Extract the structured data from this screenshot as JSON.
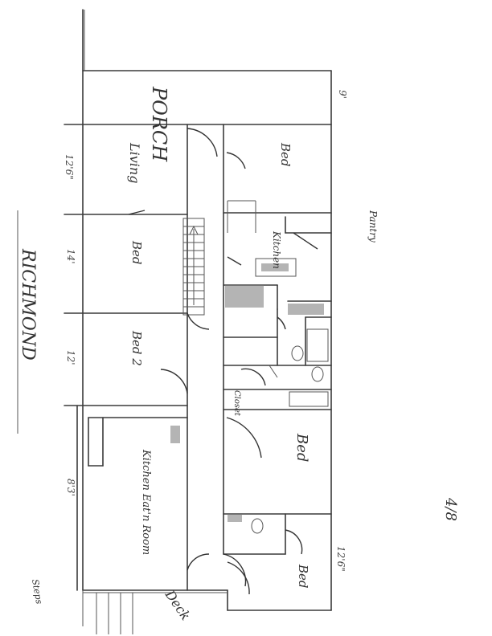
{
  "plan": {
    "title": "RICHMOND",
    "sheet": "4/8",
    "rooms": {
      "porch": "PORCH",
      "living": "Living",
      "bed_top": "Bed",
      "bed_mid": "Bed",
      "bed2": "Bed 2",
      "kitchen_upper": "Kitchen",
      "pantry": "Pantry",
      "closet": "Closet",
      "kitchen_family": "Kitchen Eat'n Room",
      "bed_large": "Bed",
      "bed_bottom": "Bed",
      "deck": "Deck",
      "steps": "Steps"
    },
    "dimensions": {
      "porch_width": "9'",
      "living": "12'6\"",
      "bed_mid": "14'",
      "bed2": "12'",
      "kitchen": "8'3'",
      "bed_bottom": "12'6\""
    }
  }
}
